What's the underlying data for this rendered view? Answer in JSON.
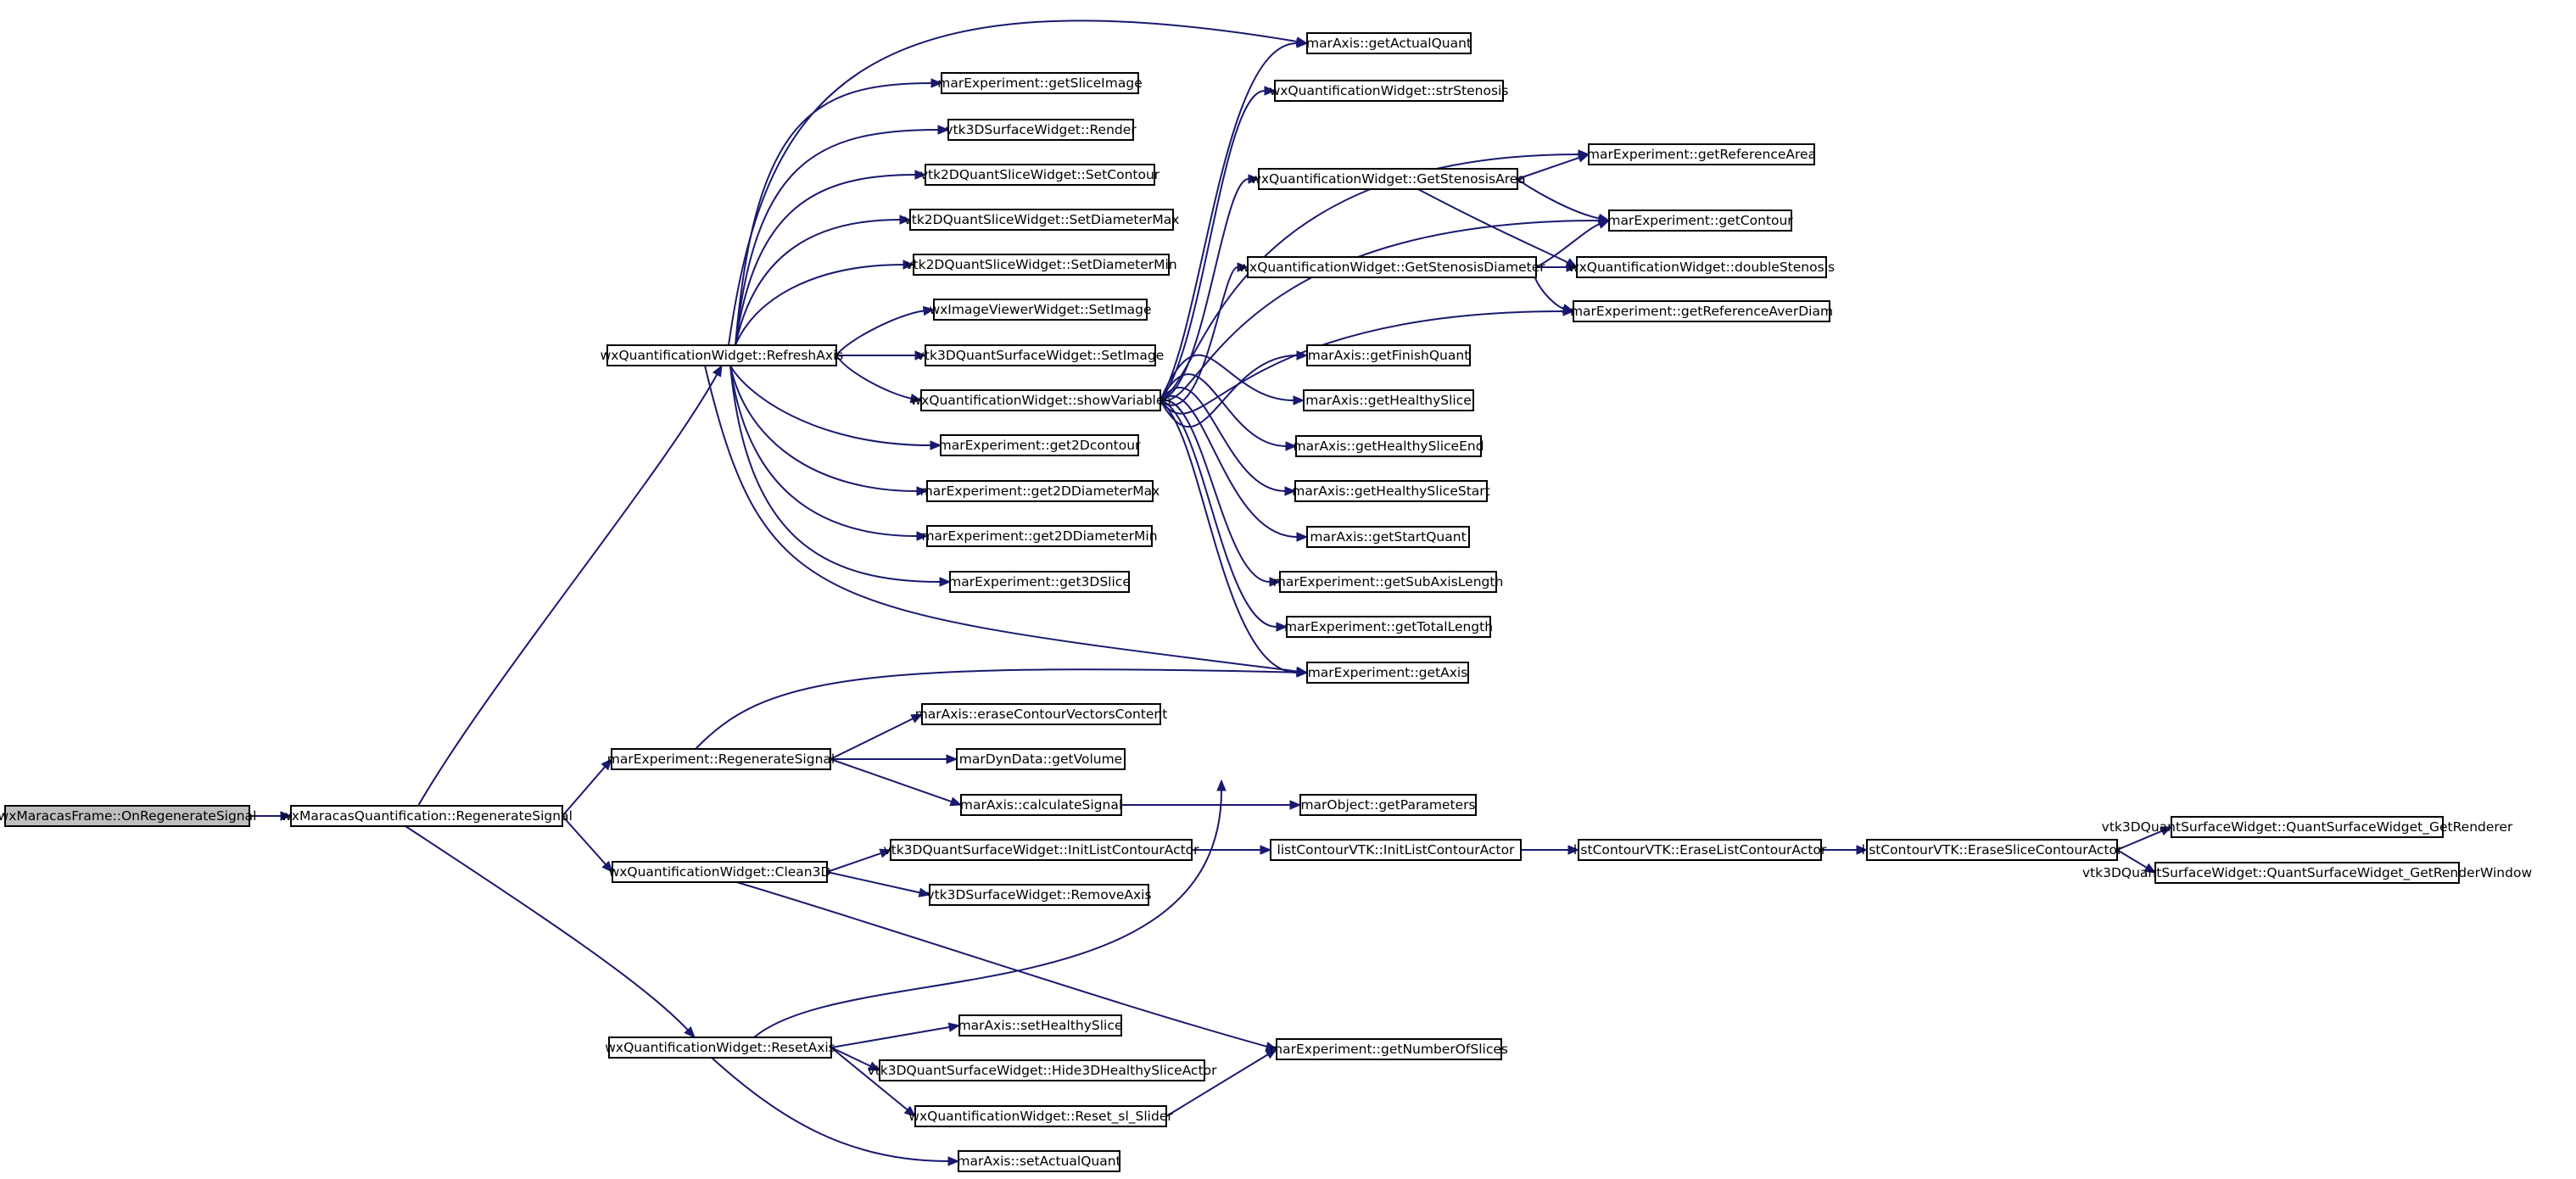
{
  "nodes": {
    "n0": "wxMaracasFrame::OnRegenerateSignal",
    "n1": "wxMaracasQuantification::RegenerateSignal",
    "n2": "wxQuantificationWidget::RefreshAxis",
    "n3": "marExperiment::RegenerateSignal",
    "n4": "wxQuantificationWidget::Clean3D",
    "n5": "wxQuantificationWidget::ResetAxis",
    "n6": "marExperiment::getSliceImage",
    "n7": "vtk3DSurfaceWidget::Render",
    "n8": "vtk2DQuantSliceWidget::SetContour",
    "n9": "vtk2DQuantSliceWidget::SetDiameterMax",
    "n10": "vtk2DQuantSliceWidget::SetDiameterMin",
    "n11": "wxImageViewerWidget::SetImage",
    "n12": "vtk3DQuantSurfaceWidget::SetImage",
    "n13": "wxQuantificationWidget::showVariables",
    "n14": "marExperiment::get2Dcontour",
    "n15": "marExperiment::get2DDiameterMax",
    "n16": "marExperiment::get2DDiameterMin",
    "n17": "marExperiment::get3DSlice",
    "n18": "marAxis::getActualQuant",
    "n19": "wxQuantificationWidget::strStenosis",
    "n20": "wxQuantificationWidget::GetStenosisArea",
    "n21": "wxQuantificationWidget::GetStenosisDiameter",
    "n22": "marAxis::getFinishQuant",
    "n23": "marAxis::getHealthySlice",
    "n24": "marAxis::getHealthySliceEnd",
    "n25": "marAxis::getHealthySliceStart",
    "n26": "marAxis::getStartQuant",
    "n27": "marExperiment::getSubAxisLength",
    "n28": "marExperiment::getTotalLength",
    "n29": "marExperiment::getAxis",
    "n30": "marExperiment::getReferenceArea",
    "n31": "marExperiment::getContour",
    "n32": "wxQuantificationWidget::doubleStenosis",
    "n33": "marExperiment::getReferenceAverDiam",
    "n34": "marAxis::eraseContourVectorsContent",
    "n35": "marDynData::getVolume",
    "n36": "marAxis::calculateSignal",
    "n37": "marObject::getParameters",
    "n38": "vtk3DQuantSurfaceWidget::InitListContourActor",
    "n39": "vtk3DSurfaceWidget::RemoveAxis",
    "n40": "listContourVTK::InitListContourActor",
    "n41": "listContourVTK::EraseListContourActor",
    "n42": "listContourVTK::EraseSliceContourActor",
    "n43": "vtk3DQuantSurfaceWidget::QuantSurfaceWidget_GetRenderer",
    "n44": "vtk3DQuantSurfaceWidget::QuantSurfaceWidget_GetRenderWindow",
    "n45": "marExperiment::getNumberOfSlices",
    "n46": "marAxis::setHealthySlice",
    "n47": "vtk3DQuantSurfaceWidget::Hide3DHealthySliceActor",
    "n48": "wxQuantificationWidget::Reset_sl_Slider",
    "n49": "marAxis::setActualQuant"
  },
  "colors": {
    "edge": "#191970",
    "node_border": "#000000",
    "root_fill": "#bfbfbf"
  }
}
